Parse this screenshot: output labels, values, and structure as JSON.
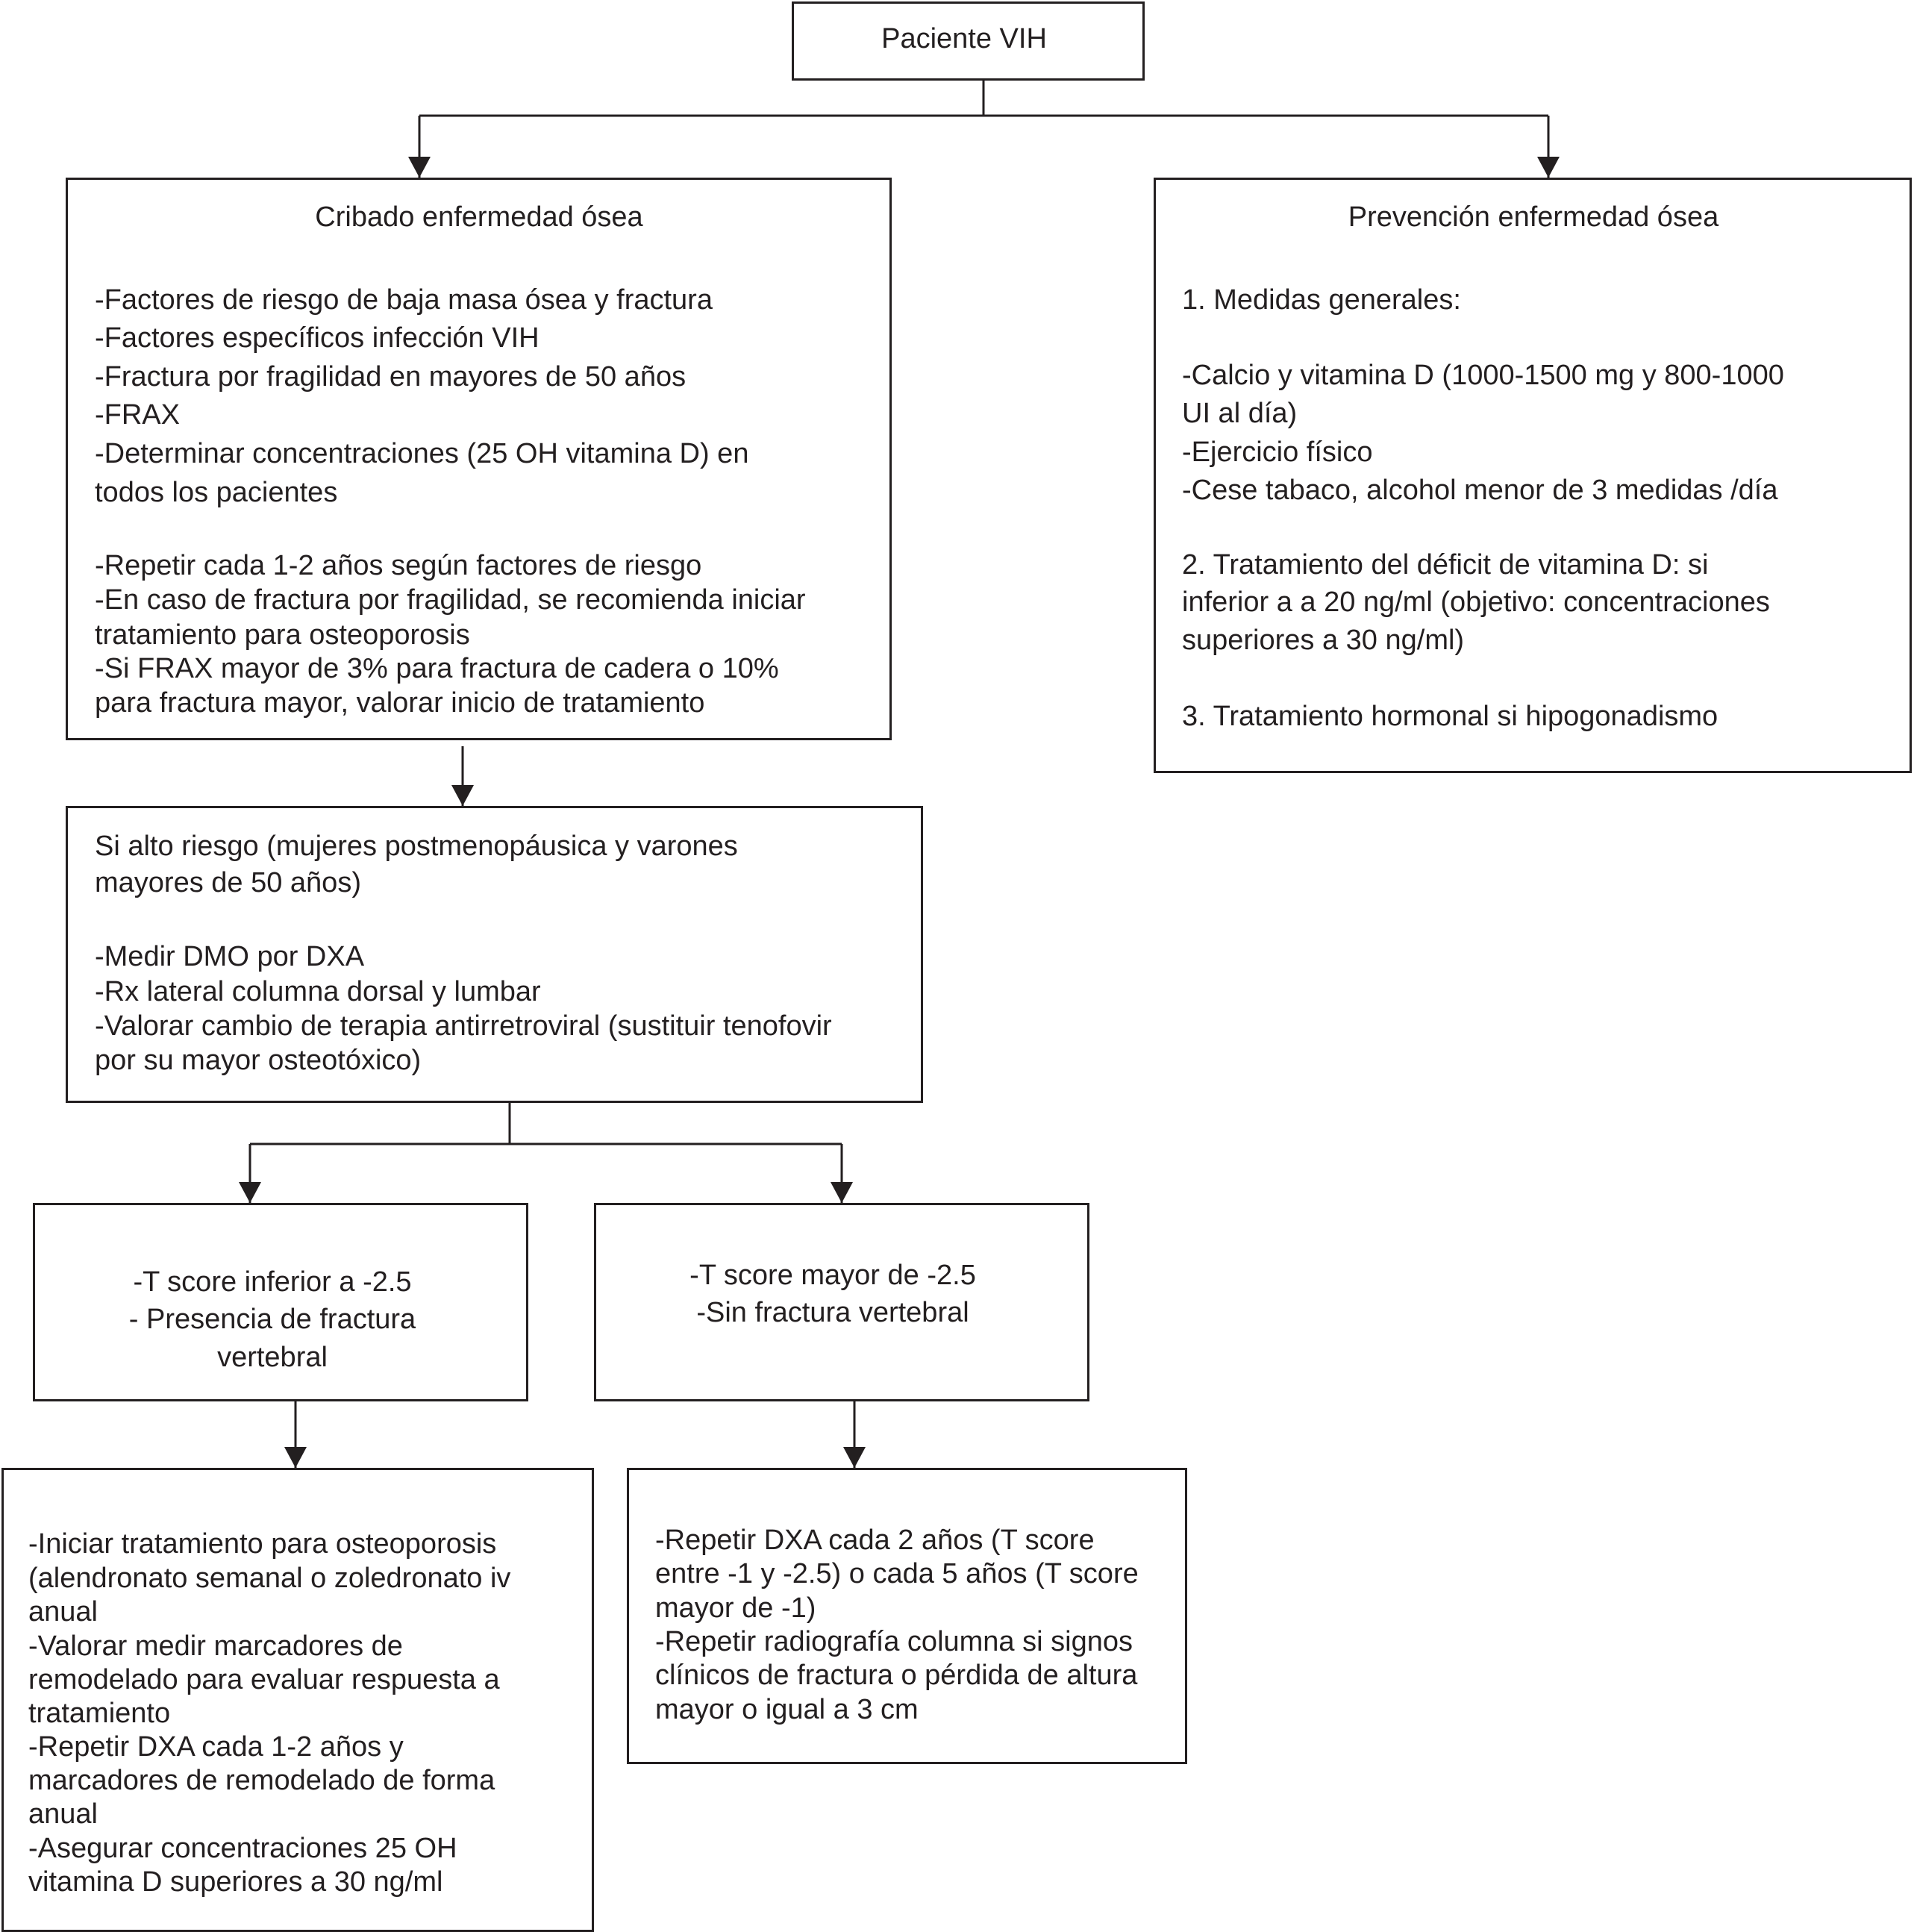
{
  "root": {
    "title": "Paciente VIH"
  },
  "screening": {
    "title": "Cribado enfermedad ósea",
    "lines": [
      "-Factores de riesgo de baja masa ósea y fractura",
      "-Factores específicos infección VIH",
      "-Fractura por fragilidad en mayores de 50 años",
      "-FRAX",
      "-Determinar concentraciones (25 OH vitamina D) en",
      "todos los pacientes",
      "-Repetir cada 1-2 años según factores de riesgo",
      "-En caso de fractura por fragilidad, se recomienda iniciar",
      "tratamiento para osteoporosis",
      "-Si FRAX mayor de 3% para fractura de cadera o 10%",
      "para fractura mayor, valorar inicio de tratamiento"
    ]
  },
  "prevention": {
    "title": "Prevención enfermedad ósea",
    "lines": [
      "1. Medidas generales:",
      "-Calcio y vitamina D (1000-1500 mg y 800-1000",
      "UI al día)",
      "-Ejercicio físico",
      "-Cese tabaco, alcohol menor de 3 medidas /día",
      "2. Tratamiento del déficit de vitamina D: si",
      "inferior a a 20 ng/ml (objetivo: concentraciones",
      "superiores a 30 ng/ml)",
      "3. Tratamiento hormonal si hipogonadismo"
    ]
  },
  "high_risk": {
    "lines": [
      "Si alto riesgo (mujeres postmenopáusica y varones",
      "mayores de 50 años)",
      "-Medir DMO por DXA",
      "-Rx lateral columna dorsal y lumbar",
      "-Valorar cambio de terapia antirretroviral (sustituir tenofovir",
      "por su mayor osteotóxico)"
    ]
  },
  "t_low": {
    "lines": [
      "-T score inferior a -2.5",
      "- Presencia de fractura",
      "vertebral"
    ]
  },
  "t_high": {
    "lines": [
      "-T score mayor de -2.5",
      "-Sin fractura vertebral"
    ]
  },
  "treat": {
    "lines": [
      "-Iniciar tratamiento para osteoporosis",
      "(alendronato semanal o zoledronato iv",
      "anual",
      "-Valorar medir marcadores de",
      "remodelado para evaluar respuesta a",
      "tratamiento",
      "-Repetir DXA cada 1-2 años y",
      "marcadores de remodelado de forma",
      "anual",
      "-Asegurar concentraciones 25 OH",
      "vitamina D superiores a 30 ng/ml"
    ]
  },
  "followup": {
    "lines": [
      "-Repetir DXA cada 2 años (T score",
      "entre -1 y -2.5) o cada 5 años (T score",
      "mayor de -1)",
      "-Repetir radiografía columna si signos",
      "clínicos de fractura o pérdida de altura",
      "mayor o igual a 3 cm"
    ]
  }
}
